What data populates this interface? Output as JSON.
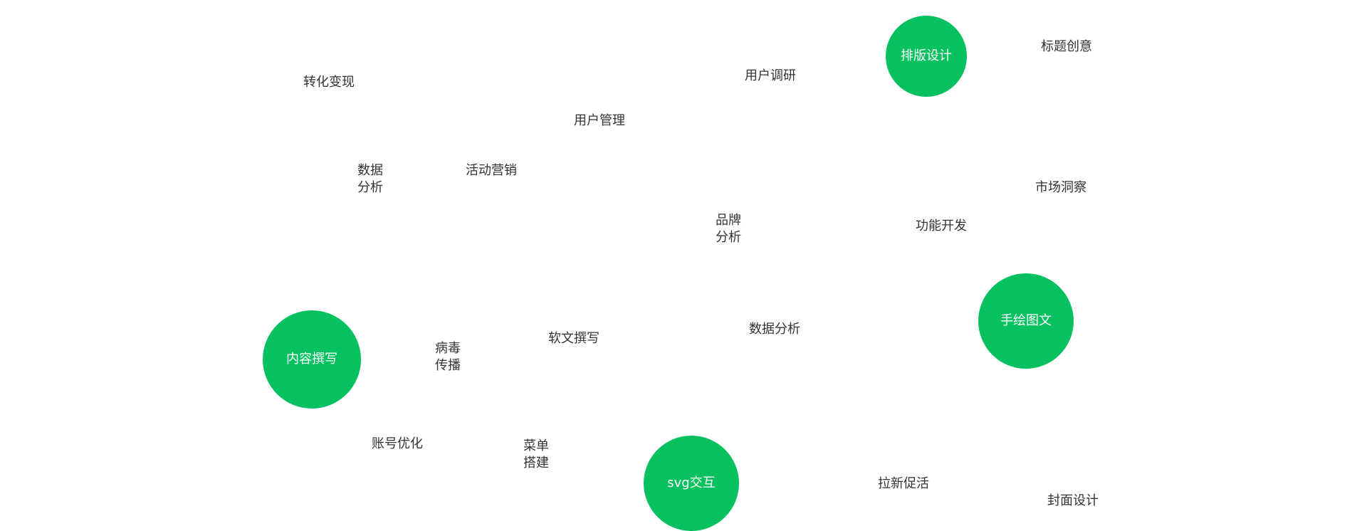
{
  "highlight_color": "#07c160",
  "text_color": "#333333",
  "bubbles": {
    "paiban": "排版设计",
    "shouhui": "手绘图文",
    "neirong": "内容撰写",
    "svg": "svg交互"
  },
  "tags": {
    "zhuanhua": "转化变现",
    "yonghu_guanli": "用户管理",
    "yonghu_diaoyan": "用户调研",
    "biaoti": "标题创意",
    "shuju_1": "数据",
    "shuju_2": "分析",
    "huodong": "活动营销",
    "pinpai_1": "品牌",
    "pinpai_2": "分析",
    "gongneng": "功能开发",
    "shichang": "市场洞察",
    "bingdu_1": "病毒",
    "bingdu_2": "传播",
    "ruanwen": "软文撰写",
    "shuju_fenxi": "数据分析",
    "zhanghao": "账号优化",
    "caidan_1": "菜单",
    "caidan_2": "搭建",
    "laxin": "拉新促活",
    "fengmian": "封面设计"
  }
}
